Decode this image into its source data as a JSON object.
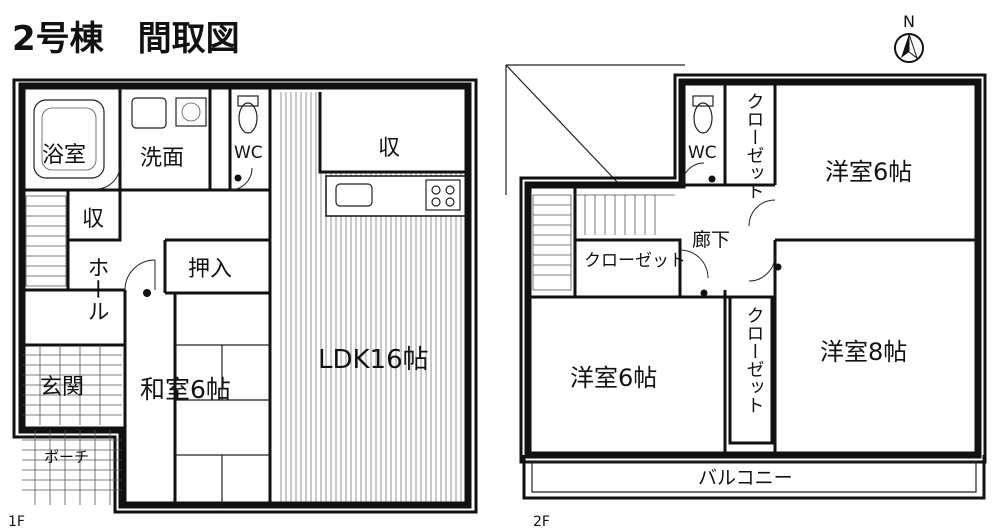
{
  "title": "2号棟　間取図",
  "compass": {
    "label": "N"
  },
  "floor1": {
    "label": "1F",
    "rooms": {
      "bath": "浴室",
      "washroom": "洗面",
      "wc": "WC",
      "storage_upper": "収",
      "storage_lower": "収",
      "oshiire": "押入",
      "hall": "ホール",
      "entrance": "玄関",
      "porch": "ポーチ",
      "washitsu": "和室6帖",
      "ldk": "LDK16帖"
    }
  },
  "floor2": {
    "label": "2F",
    "rooms": {
      "wc": "WC",
      "closet_top": "クローゼット",
      "closet_hall": "クローゼット",
      "closet_mid": "クローゼット",
      "corridor": "廊下",
      "western_ne": "洋室6帖",
      "western_e": "洋室8帖",
      "western_sw": "洋室6帖",
      "balcony": "バルコニー"
    }
  }
}
